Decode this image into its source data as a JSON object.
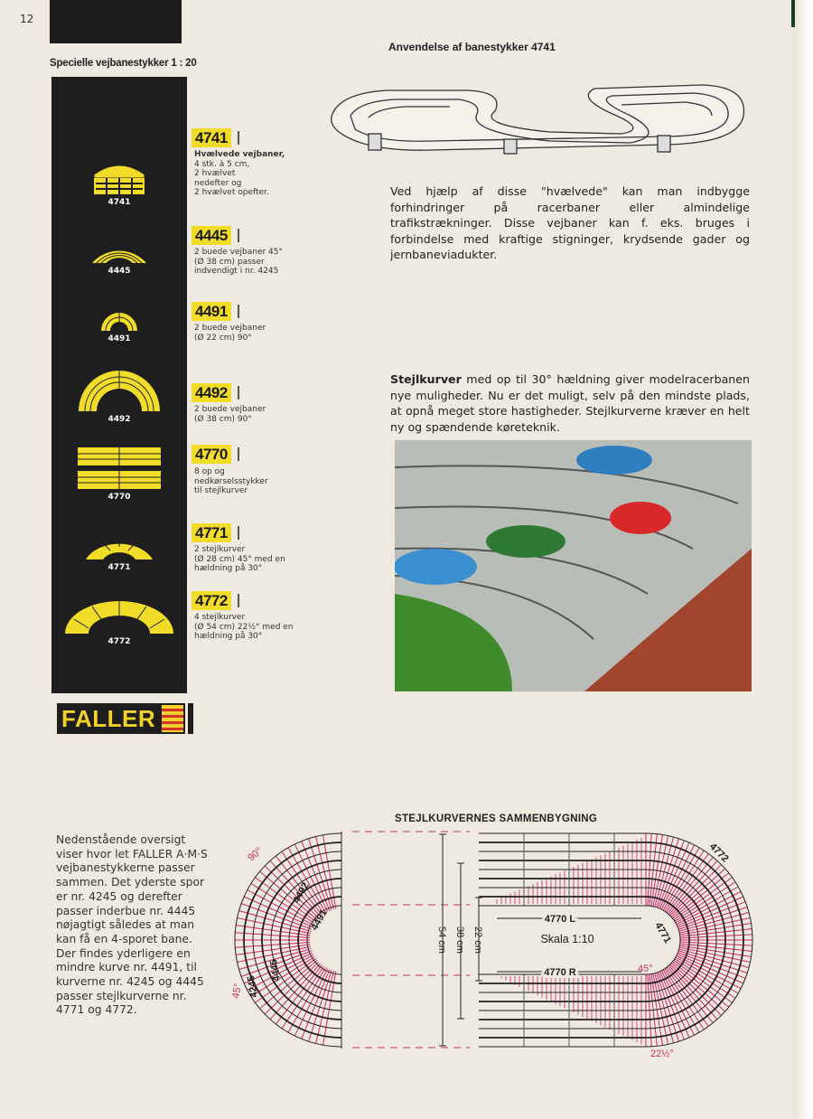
{
  "page_number": "12",
  "section_title": "Specielle vejbanestykker  1 : 20",
  "catalog": [
    {
      "number": "4741",
      "label": "4741",
      "title": "Hvælvede vejbaner,",
      "description": "4 stk. à 5 cm,\n2 hvælvet\nnedefter og\n2 hvælvet opefter."
    },
    {
      "number": "4445",
      "label": "4445",
      "title": "",
      "description": "2 buede vejbaner 45°\n(Ø 38 cm) passer\nindvendigt i nr. 4245"
    },
    {
      "number": "4491",
      "label": "4491",
      "title": "",
      "description": "2 buede vejbaner\n(Ø 22 cm) 90°"
    },
    {
      "number": "4492",
      "label": "4492",
      "title": "",
      "description": "2 buede vejbaner\n(Ø 38 cm) 90°"
    },
    {
      "number": "4770",
      "label": "4770",
      "title": "",
      "description": "8 op og\nnedkørselsstykker\ntil stejlkurver"
    },
    {
      "number": "4771",
      "label": "4771",
      "title": "",
      "description": "2 stejlkurver\n(Ø 28 cm) 45° med en\nhældning på 30°"
    },
    {
      "number": "4772",
      "label": "4772",
      "title": "",
      "description": "4 stejlkurver\n(Ø 54 cm) 22½° med en\nhældning på 30°"
    }
  ],
  "logo": "FALLER",
  "use_heading": "Anvendelse af banestykker 4741",
  "use_text": "Ved hjælp af disse \"hvælvede\" kan man indbygge forhindringer på racerbaner eller almindelige trafikstrækninger. Disse vejbaner kan f. eks. bruges i forbindelse med kraftige stigninger, krydsende gader og jernbaneviadukter.",
  "steep_bold": "Stejlkurver",
  "steep_text": " med op til 30° hældning giver modelracerbanen nye muligheder. Nu er det muligt, selv på den mindste plads, at opnå meget store hastigheder. Stejlkurverne kræver en helt ny og spændende køreteknik.",
  "diagram": {
    "title": "STEJLKURVERNES SAMMENBYGNING",
    "intro": "Nedenstående oversigt viser hvor let FALLER A·M·S vejbanestykkerne passer sammen. Det yderste spor er nr. 4245 og derefter passer inderbue nr. 4445 nøjagtigt således at man kan få en 4-sporet bane. Der findes yderligere en mindre kurve nr. 4491, til kurverne nr. 4245 og 4445 passer stejlkurverne nr. 4771 og 4772.",
    "angle_90": "90°",
    "angle_45_left": "45°",
    "label_4492": "4492",
    "label_4491": "4491",
    "label_4445": "4445",
    "label_4245": "4245",
    "dim_54": "54 cm",
    "dim_38": "38 cm",
    "dim_22": "22 cm",
    "label_4770L": "4770 L",
    "label_4770R": "4770 R",
    "label_4771": "4771",
    "label_4772": "4772",
    "angle_45_right": "45°",
    "angle_22": "22½°",
    "scale": "Skala 1:10"
  },
  "colors": {
    "yellow": "#f2dc2a",
    "magenta": "#d0246a",
    "paper": "#eeeadf"
  }
}
